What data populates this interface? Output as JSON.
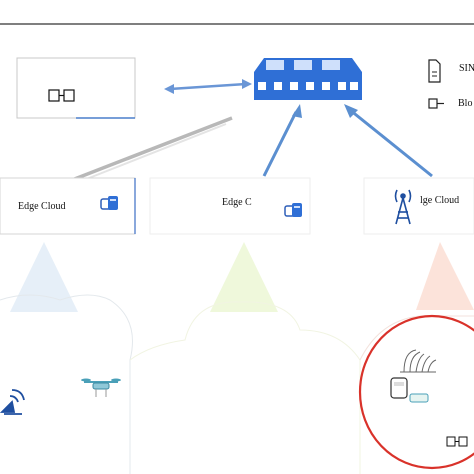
{
  "edge_clouds": [
    {
      "label": "Edge Cloud"
    },
    {
      "label": "Edge C"
    },
    {
      "label": "lge Cloud"
    }
  ],
  "legend": {
    "items": [
      {
        "label": "SIN",
        "icon": "sim-card-icon"
      },
      {
        "label": "Blo",
        "icon": "block-icon"
      }
    ]
  },
  "icons": {
    "core": "router-switch-icon",
    "blockchain": "blockchain-chain-icon",
    "edge_server": "edge-server-icon",
    "tower": "cell-tower-icon",
    "drone": "drone-icon",
    "satellite": "satellite-dish-icon",
    "vehicle": "vehicle-icon"
  },
  "colors": {
    "switch_blue": "#2f6fd6",
    "link_blue": "#5b8fd0",
    "cone_left": "#d8e7f5",
    "cone_mid": "#e9f6cf",
    "cone_right": "#fbdacd",
    "highlight_red": "#d9322a"
  }
}
